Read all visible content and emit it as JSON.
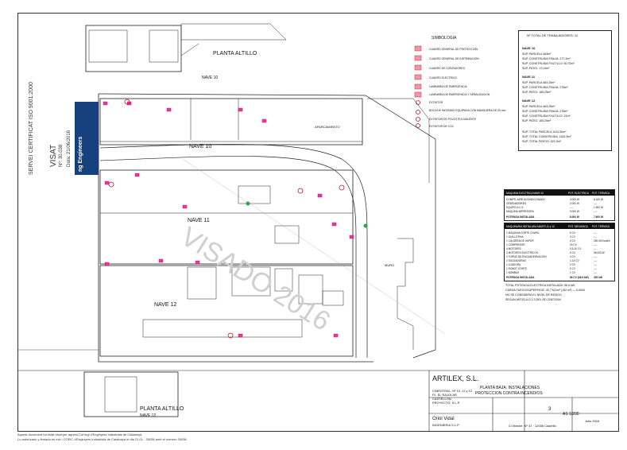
{
  "drawing": {
    "nave10_upper_title": "PLANTA ALTILLO",
    "nave10_upper_sub": "NAVE 10",
    "nave10_label": "NAVE 10",
    "nave11_label": "NAVE 11",
    "nave12_label": "NAVE 12",
    "nave12_upper_title": "PLANTA ALTILLO",
    "nave12_upper_sub": "NAVE 12",
    "aparcamiento": "APARCAMIENTO",
    "muro_label": "MURO",
    "watermark": "VISADO 2016"
  },
  "legend": {
    "title": "SIMBOLOGIA",
    "items": [
      "CUADRO GENERAL DE PROTECCION",
      "CUADRO GENERAL DE DISTRIBUCION",
      "CUADRO DE CONTADORES",
      "CUADRO ELECTRICO",
      "LUMINARIA DE EMERGENCIA",
      "LUMINARIA DE EMERGENCIA Y SEÑALIZACION",
      "EXTINTOR",
      "BOCA DE INCENDIO EQUIPADA CON MANGUERA DE 25 mm",
      "EXTINTOR DE POLVO POLIVALENTE",
      "EXTINTOR DE CO2"
    ]
  },
  "summary": {
    "header": "Nº TOTAL DE TRABAJADORES: 11",
    "nave10_title": "NAVE 10",
    "nave10_lines": [
      "SUP. PARCELA 463m²",
      "SUP. CONSTRUIDA P.BAJA: 277,2m²",
      "SUP. CONSTRUIDA P.ALTILLO: 50,70m²",
      "SUP. PATIO: 171,8m²"
    ],
    "nave11_title": "NAVE 11",
    "nave11_lines": [
      "SUP. PARCELA 463,25m²",
      "SUP. CONSTRUIDA P.BAJA: 275m²",
      "SUP. PATIO: 185,25m²"
    ],
    "nave12_title": "NAVE 12",
    "nave12_lines": [
      "SUP. PARCELA 463,25m²",
      "SUP. CONSTRUIDA P.BAJA: 276m²",
      "SUP. CONSTRUIDA P.ALTILLO: 22m²",
      "SUP. PATIO: 165,25m²"
    ],
    "total_lines": [
      "SUP. TOTAL PARCELA 1410,50m²",
      "SUP. TOTAL CONSTRUIDA: 1162,9m²",
      "SUP. TOTAL PATIOS: 522,3m²"
    ]
  },
  "power_table": {
    "headers": [
      "MAQUINA ELECTRICA NAVE 10",
      "POT. ELECTRICA",
      "POT. TERMICA"
    ],
    "rows": [
      [
        "COMPR. AIRE ACONDICIONADO",
        "3.000 W",
        "6.100 W"
      ],
      [
        "ORDENADORES",
        "2.000 W",
        "----"
      ],
      [
        "EQUIPO A.C.S.",
        "----",
        "1.500 W"
      ],
      [
        "MAQUINA IMPRESORA",
        "3.000 W",
        "----"
      ]
    ],
    "total": [
      "POTENCIA INSTALADA",
      "8.000 W",
      "7.600 W"
    ]
  },
  "machine_table": {
    "headers": [
      "MAQUINARIA INSTALADA NAVES 11 y 12",
      "POT. MECANICA",
      "POT. TERMICA"
    ],
    "rows": [
      [
        "1 MAQUINA CORTE CHAPA",
        "5 CV",
        "----"
      ],
      [
        "1 GUILLOTINA",
        "3 CV",
        "----"
      ],
      [
        "1 CALDERA DE VAPOR",
        "0 CV",
        "250.000 kcal/h"
      ],
      [
        "1 COMPRESOR",
        "15 CV",
        "----"
      ],
      [
        "4 MOTORES",
        "0,5-10 CV",
        "----"
      ],
      [
        "2 MOTORES ELECTRICOS",
        "5 CV",
        "36.000 W"
      ],
      [
        "1 TORNO DE ENCUADERNACION",
        "3 CV",
        "----"
      ],
      [
        "2 SOLDADORAS",
        "1-14 CV",
        "----"
      ],
      [
        "1 LIJADORA",
        "2 CV",
        "----"
      ],
      [
        "1 ROBOT CORTE",
        "0 CV",
        "----"
      ],
      [
        "1 BOMBAS",
        "1 CV",
        "----"
      ]
    ],
    "total": [
      "POTENCIA INSTALADA",
      "66 CV (48,5 kW)",
      "302 kW"
    ],
    "notes": [
      "TOTAL POTENCIA ELECTRICA INSTALADA: 56,5 kW",
      "CARGA FUEGO/SUPERFICIE: 40,7 MJ/m² (152 m²) — 0,0004",
      "NO SE CONSIDERA EL NIVEL DE RIESGO",
      "SEGUN ARTICULO 2.3 DEL RD 2267/2004"
    ]
  },
  "title_block": {
    "company": "ARTILEX, S.L.",
    "drawing_title_1": "PLANTA BAJA: INSTALACIONES",
    "drawing_title_2": "PROTECCION CONTRA INCENDIOS",
    "address_1": "C/MESTRAL, Nº 10, 11 y 12",
    "address_2": "P.I. EL RAJOLAR",
    "address_3": "CASTELLON",
    "plan_no": "3",
    "scale": "AS 1/200",
    "project_label": "PROYECTO: S.L.P.",
    "engineer": "Oriol Vidal",
    "engineer_sub": "INGENIERIA S.L.P.",
    "date": "Julio 2016",
    "firm_address": "C/ Mestre, Nº 47 · 12006 Castelló"
  },
  "stamp": {
    "brand": "ng Engineers",
    "stamp_lines": [
      "VISAT",
      "Nº: 30.038",
      "Data: 21/06/2016"
    ],
    "service": "SERVEI CERTIFICAT ISO 9001:2000"
  },
  "footer": {
    "line1": "Aquest document ha estat visat per aquest Col·legi d'Enginyers Industrials de Catalunya",
    "line2": "Lo autorizado y firmado es mix i COEIC d'Enginyers Industrials de Catalunya el dia 21.01 - 30038 amb el número 30038"
  },
  "colors": {
    "accent": "#e63aa0",
    "stamp_blue": "#17407e",
    "ink": "#222222"
  }
}
